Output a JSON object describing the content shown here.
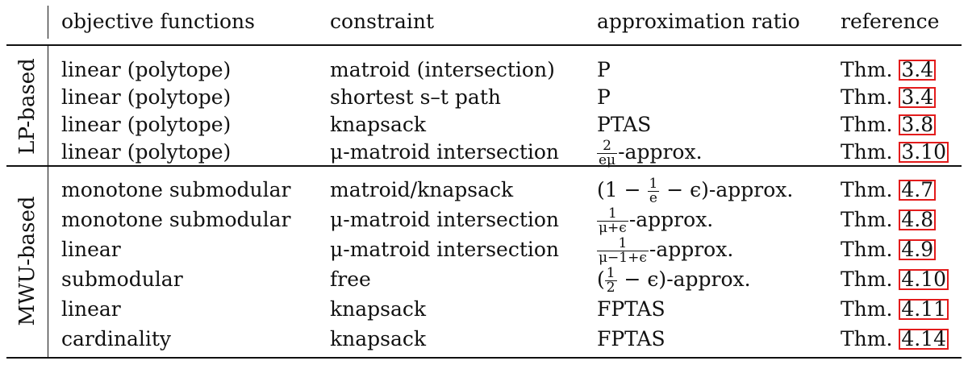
{
  "headers": {
    "objective": "objective functions",
    "constraint": "constraint",
    "ratio": "approximation ratio",
    "reference": "reference"
  },
  "groups": [
    {
      "label": "LP-based",
      "rows": [
        {
          "objective": "linear (polytope)",
          "constraint": "matroid (intersection)",
          "ratio": "P",
          "ref_prefix": "Thm.",
          "ref_num": "3.4"
        },
        {
          "objective": "linear (polytope)",
          "constraint": "shortest s–t path",
          "ratio": "P",
          "ref_prefix": "Thm.",
          "ref_num": "3.4"
        },
        {
          "objective": "linear (polytope)",
          "constraint": "knapsack",
          "ratio": "PTAS",
          "ref_prefix": "Thm.",
          "ref_num": "3.8"
        },
        {
          "objective": "linear (polytope)",
          "constraint": "μ-matroid intersection",
          "ratio_frac_num": "2",
          "ratio_frac_den": "eμ",
          "ratio_suffix": "-approx.",
          "ref_prefix": "Thm.",
          "ref_num": "3.10"
        }
      ]
    },
    {
      "label": "MWU-based",
      "rows": [
        {
          "objective": "monotone submodular",
          "constraint": "matroid/knapsack",
          "ratio_pre": "(1 − ",
          "ratio_frac_num": "1",
          "ratio_frac_den": "e",
          "ratio_suffix": " − ϵ)-approx.",
          "ref_prefix": "Thm.",
          "ref_num": "4.7"
        },
        {
          "objective": "monotone submodular",
          "constraint": "μ-matroid intersection",
          "ratio_frac_num": "1",
          "ratio_frac_den": "μ+ϵ",
          "ratio_suffix": "-approx.",
          "ref_prefix": "Thm.",
          "ref_num": "4.8"
        },
        {
          "objective": "linear",
          "constraint": "μ-matroid intersection",
          "ratio_frac_num": "1",
          "ratio_frac_den": "μ−1+ϵ",
          "ratio_suffix": "-approx.",
          "ref_prefix": "Thm.",
          "ref_num": "4.9"
        },
        {
          "objective": "submodular",
          "constraint": "free",
          "ratio_pre": "(",
          "ratio_frac_num": "1",
          "ratio_frac_den": "2",
          "ratio_suffix": " − ϵ)-approx.",
          "ref_prefix": "Thm.",
          "ref_num": "4.10"
        },
        {
          "objective": "linear",
          "constraint": "knapsack",
          "ratio": "FPTAS",
          "ref_prefix": "Thm.",
          "ref_num": "4.11"
        },
        {
          "objective": "cardinality",
          "constraint": "knapsack",
          "ratio": "FPTAS",
          "ref_prefix": "Thm.",
          "ref_num": "4.14"
        }
      ]
    }
  ]
}
